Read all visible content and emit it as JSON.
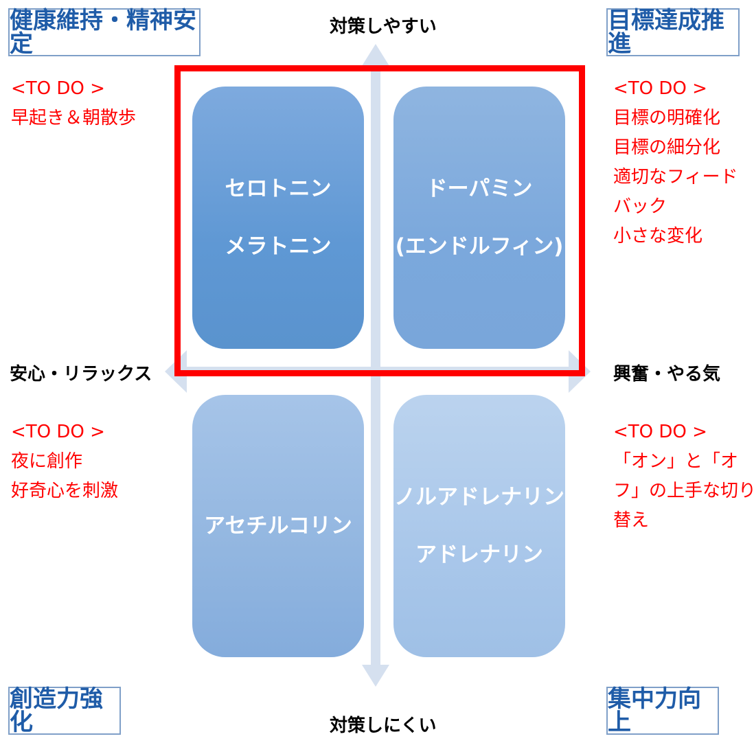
{
  "corners": {
    "top_left": "健康維持・精神安定",
    "top_right": "目標達成推進",
    "bottom_left": "創造力強化",
    "bottom_right": "集中力向上"
  },
  "axes": {
    "top": "対策しやすい",
    "bottom": "対策しにくい",
    "left": "安心・リラックス",
    "right": "興奮・やる気"
  },
  "quadrants": {
    "top_left": [
      "セロトニン",
      "メラトニン"
    ],
    "top_right": [
      "ドーパミン",
      "(エンドルフィン)"
    ],
    "bottom_left": [
      "アセチルコリン"
    ],
    "bottom_right": [
      "ノルアドレナリン",
      "アドレナリン"
    ]
  },
  "todos": {
    "top_left": [
      "<TO DO >",
      "早起き＆朝散歩"
    ],
    "top_right": [
      "<TO DO >",
      "目標の明確化",
      "目標の細分化",
      "適切なフィード",
      "バック",
      "小さな変化"
    ],
    "bottom_left": [
      "<TO DO >",
      "夜に創作",
      "好奇心を刺激"
    ],
    "bottom_right": [
      "<TO DO >",
      "「オン」と「オ",
      "フ」の上手な切り",
      "替え"
    ]
  },
  "colors": {
    "highlight": "#ff0000",
    "todo_text": "#ff0000",
    "corner_text": "#1f5ca8",
    "axis_arrow": "#d5e0ef"
  }
}
